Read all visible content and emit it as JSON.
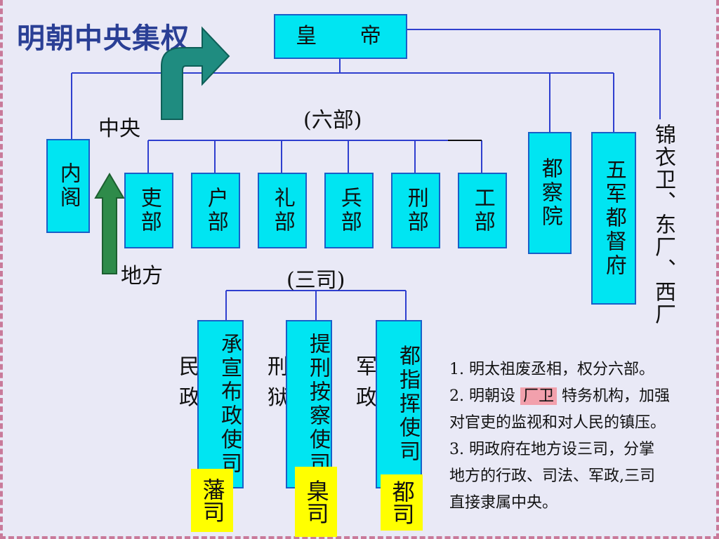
{
  "title": "明朝中央集权",
  "emperor": "皇 帝",
  "labels": {
    "central": "中央",
    "local": "地方",
    "six_ministries": "(六部)",
    "three_offices": "(三司)",
    "civil": "民政",
    "justice": "刑狱",
    "military": "军政",
    "secret_police": "锦衣卫、东厂、西厂"
  },
  "boxes": {
    "grand_secretariat": "内阁",
    "censorate": "都察院",
    "five_armies": "五军都督府"
  },
  "ministries": [
    {
      "label": "吏部"
    },
    {
      "label": "户部"
    },
    {
      "label": "礼部"
    },
    {
      "label": "兵部"
    },
    {
      "label": "刑部"
    },
    {
      "label": "工部"
    }
  ],
  "offices": [
    {
      "label": "承宣布政使司",
      "short": "藩司"
    },
    {
      "label": "提刑按察使司",
      "short": "臬司"
    },
    {
      "label": "都指挥使司",
      "short": "都司"
    }
  ],
  "notes": {
    "line1": "1. 明太祖废丞相，权分六部。",
    "line2_pre": "2. 明朝设",
    "line2_hl": "厂卫",
    "line2_post": "特务机构，加强",
    "line3": "对官吏的监视和对人民的镇压。",
    "line4": "3. 明政府在地方设三司，分掌",
    "line5": "地方的行政、司法、军政,三司",
    "line6": "直接隶属中央。"
  },
  "colors": {
    "box_fill": "#00e5f2",
    "box_border": "#1a5fc8",
    "line": "#2f3fcf",
    "title": "#2a3f95",
    "arrow_teal": "#1f8c80",
    "arrow_green": "#2e8b4a",
    "tag": "#ffff00",
    "highlight": "#f2a0ac"
  },
  "icons": {
    "curved_arrow": "curved-up-right-arrow-icon",
    "up_arrow": "up-arrow-icon"
  }
}
